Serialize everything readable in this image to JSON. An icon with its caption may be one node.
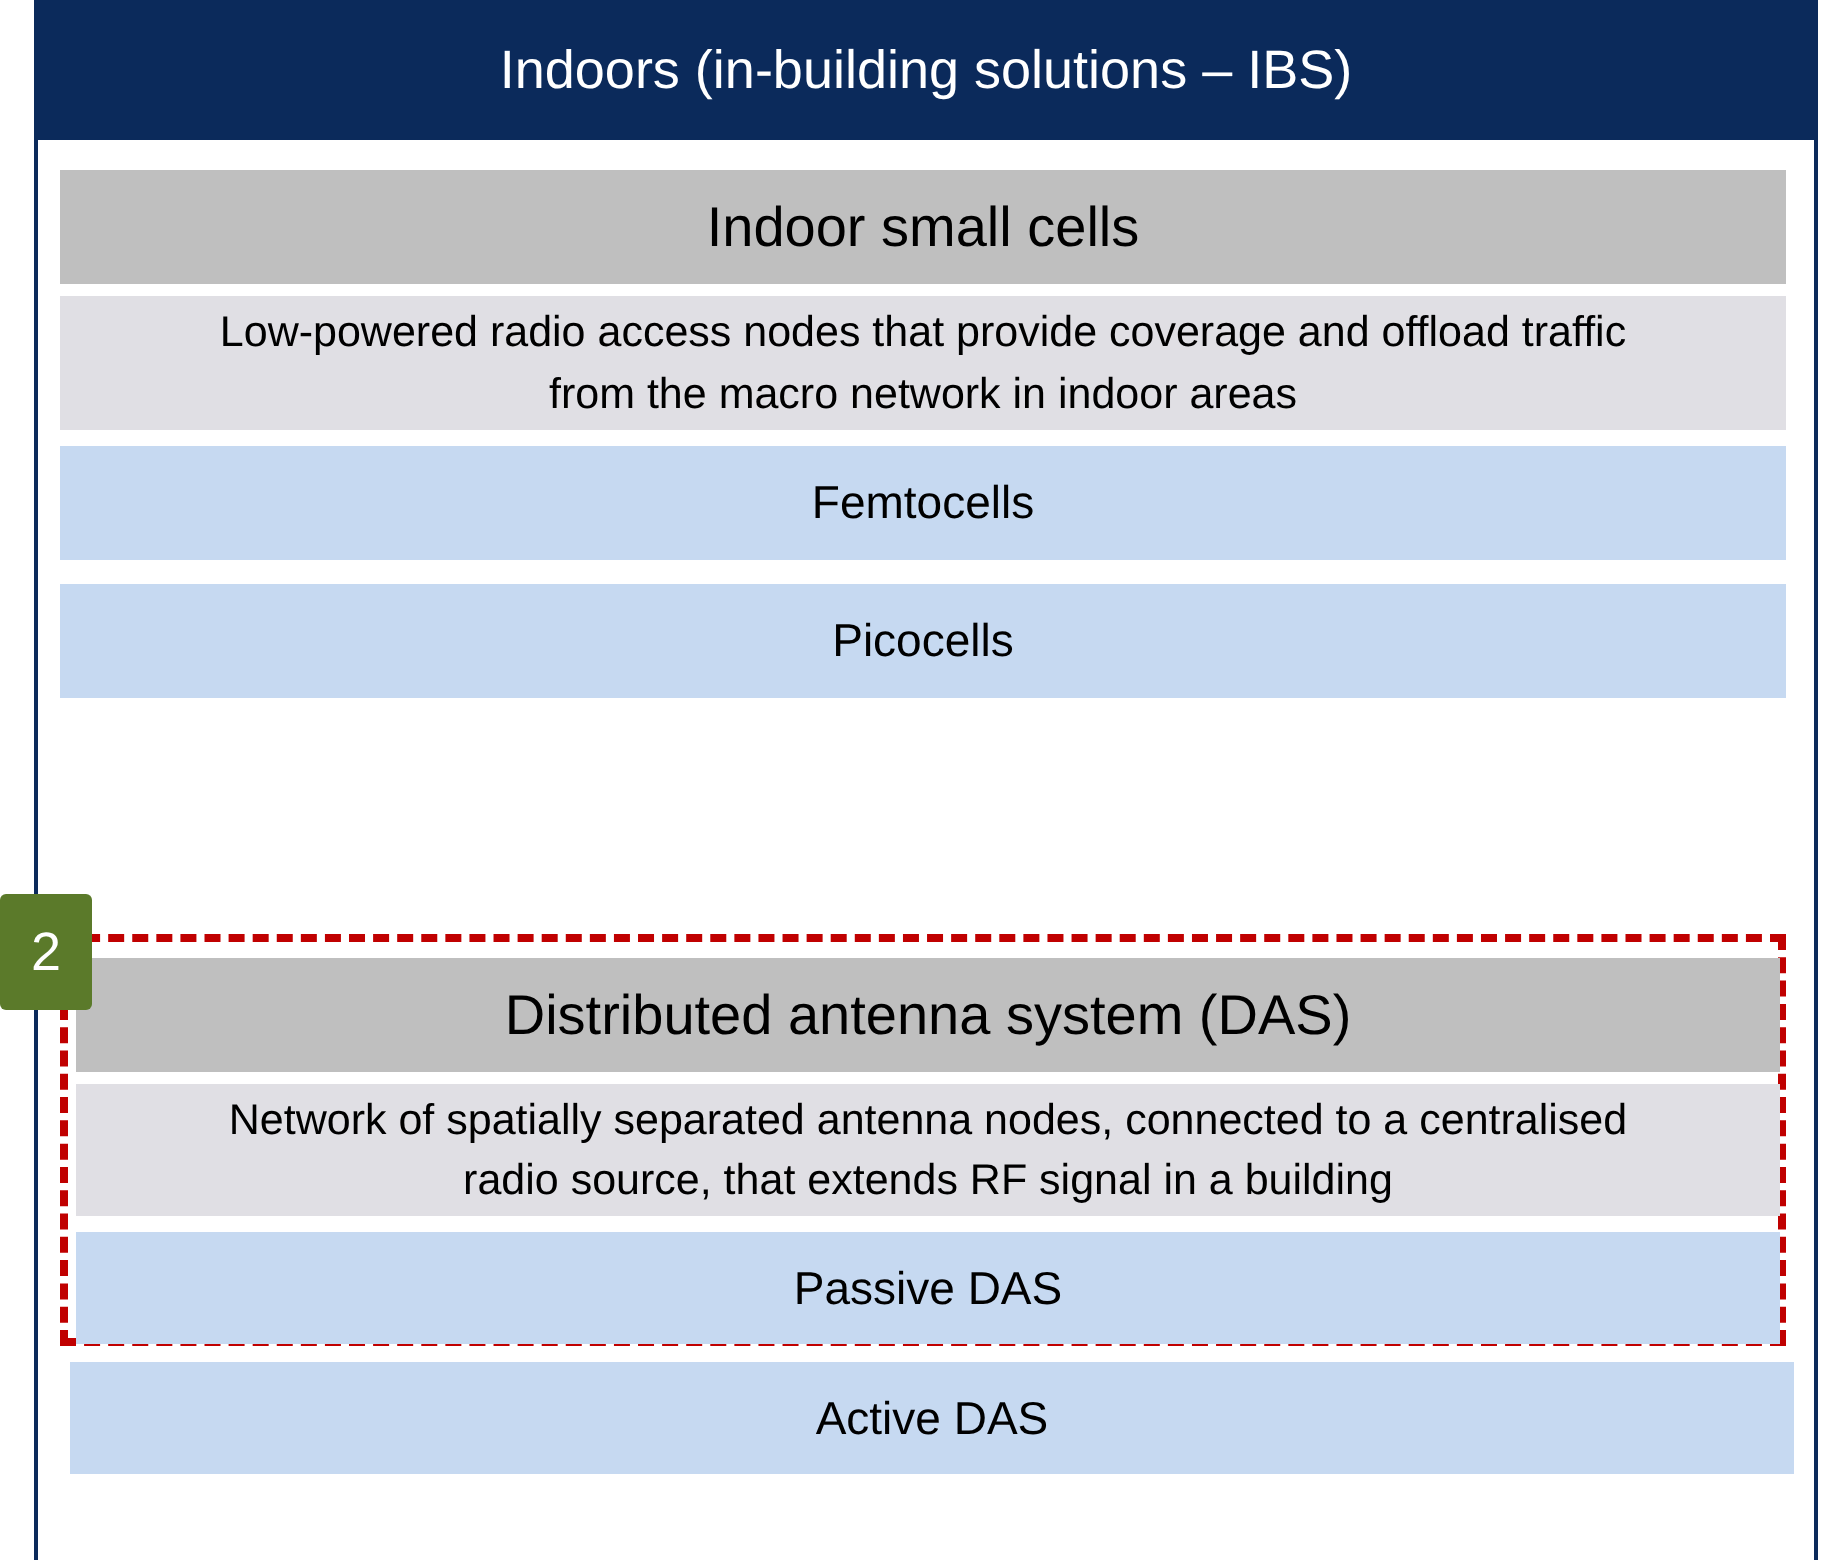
{
  "diagram": {
    "nodes": [
      {
        "text": [
          "Indoors (in-building solutions – IBS)"
        ]
      },
      {
        "text": [
          "Indoor small cells"
        ],
        "in": 0
      },
      {
        "text": [
          "Low-powered radio access nodes that provide coverage and offload traffic from the macro network in indoor areas"
        ],
        "in": 0
      },
      {
        "text": [
          "Femtocells"
        ],
        "in": 0
      },
      {
        "text": [
          "Picocells"
        ],
        "in": 0
      },
      {
        "text": [],
        "shape": "box",
        "in": 0
      },
      {
        "text": [
          "Distributed antenna system (DAS)"
        ],
        "in": 5
      },
      {
        "text": [
          "Network of spatially separated antenna nodes, connected to a centralised radio source, that extends RF signal in a building"
        ],
        "in": 5
      },
      {
        "text": [
          "Passive DAS"
        ],
        "in": 5
      },
      {
        "text": [
          "Active DAS"
        ],
        "in": 0
      },
      {
        "text": [
          "2"
        ]
      }
    ],
    "edges": []
  }
}
